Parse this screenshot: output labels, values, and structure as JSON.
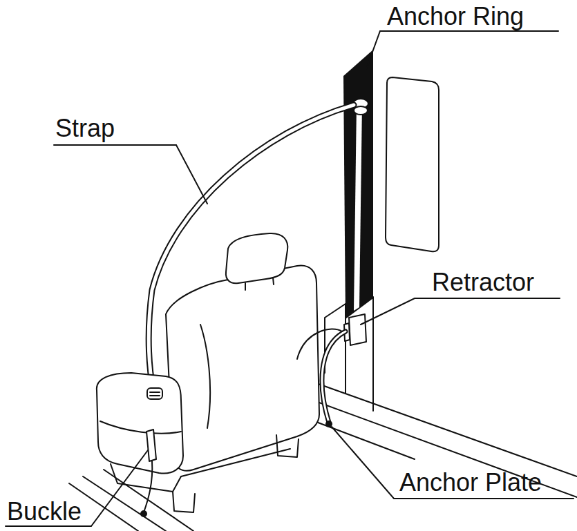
{
  "diagram": {
    "labels": [
      "Anchor Ring",
      "Strap",
      "Retractor",
      "Anchor Plate",
      "Buckle"
    ]
  }
}
